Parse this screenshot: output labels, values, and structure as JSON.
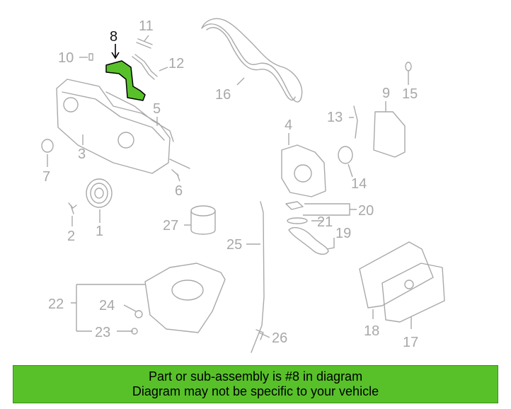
{
  "diagram": {
    "highlight_color": "#58c12a",
    "callouts": {
      "c1": "1",
      "c2": "2",
      "c3": "3",
      "c4": "4",
      "c5": "5",
      "c6": "6",
      "c7": "7",
      "c8": "8",
      "c9": "9",
      "c10": "10",
      "c11": "11",
      "c12": "12",
      "c13": "13",
      "c14": "14",
      "c15": "15",
      "c16": "16",
      "c17": "17",
      "c18": "18",
      "c19": "19",
      "c20": "20",
      "c21": "21",
      "c22": "22",
      "c23": "23",
      "c24": "24",
      "c25": "25",
      "c26": "26",
      "c27": "27"
    }
  },
  "banner": {
    "line1": "Part or sub-assembly is #8 in diagram",
    "line2": "Diagram may not be specific to your vehicle",
    "color": "#58c12a"
  }
}
